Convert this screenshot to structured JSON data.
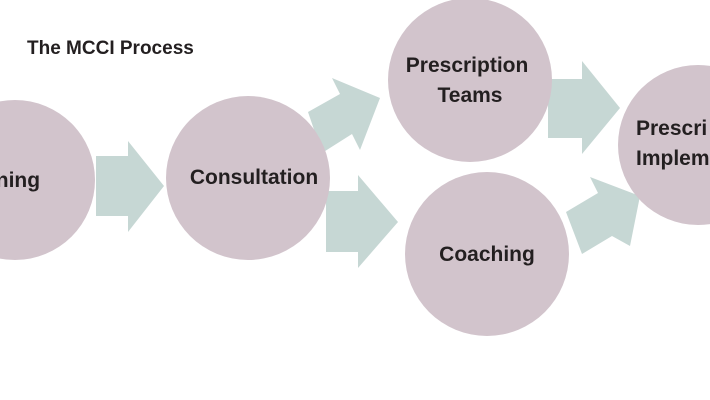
{
  "diagram": {
    "title": "The MCCI Process",
    "colors": {
      "node_fill": "#d2c4cc",
      "arrow_fill": "#c6d7d4",
      "text": "#231f20"
    },
    "nodes": [
      {
        "id": "training",
        "lines": [
          "ining"
        ]
      },
      {
        "id": "consultation",
        "lines": [
          "Consultation"
        ]
      },
      {
        "id": "prescription-teams",
        "lines": [
          "Prescription",
          "Teams"
        ]
      },
      {
        "id": "coaching",
        "lines": [
          "Coaching"
        ]
      },
      {
        "id": "prescription-implementation",
        "lines": [
          "Prescri",
          "Implem"
        ]
      }
    ],
    "edges": [
      {
        "from": "training",
        "to": "consultation"
      },
      {
        "from": "consultation",
        "to": "prescription-teams"
      },
      {
        "from": "consultation",
        "to": "coaching"
      },
      {
        "from": "prescription-teams",
        "to": "prescription-implementation"
      },
      {
        "from": "coaching",
        "to": "prescription-implementation"
      }
    ]
  }
}
